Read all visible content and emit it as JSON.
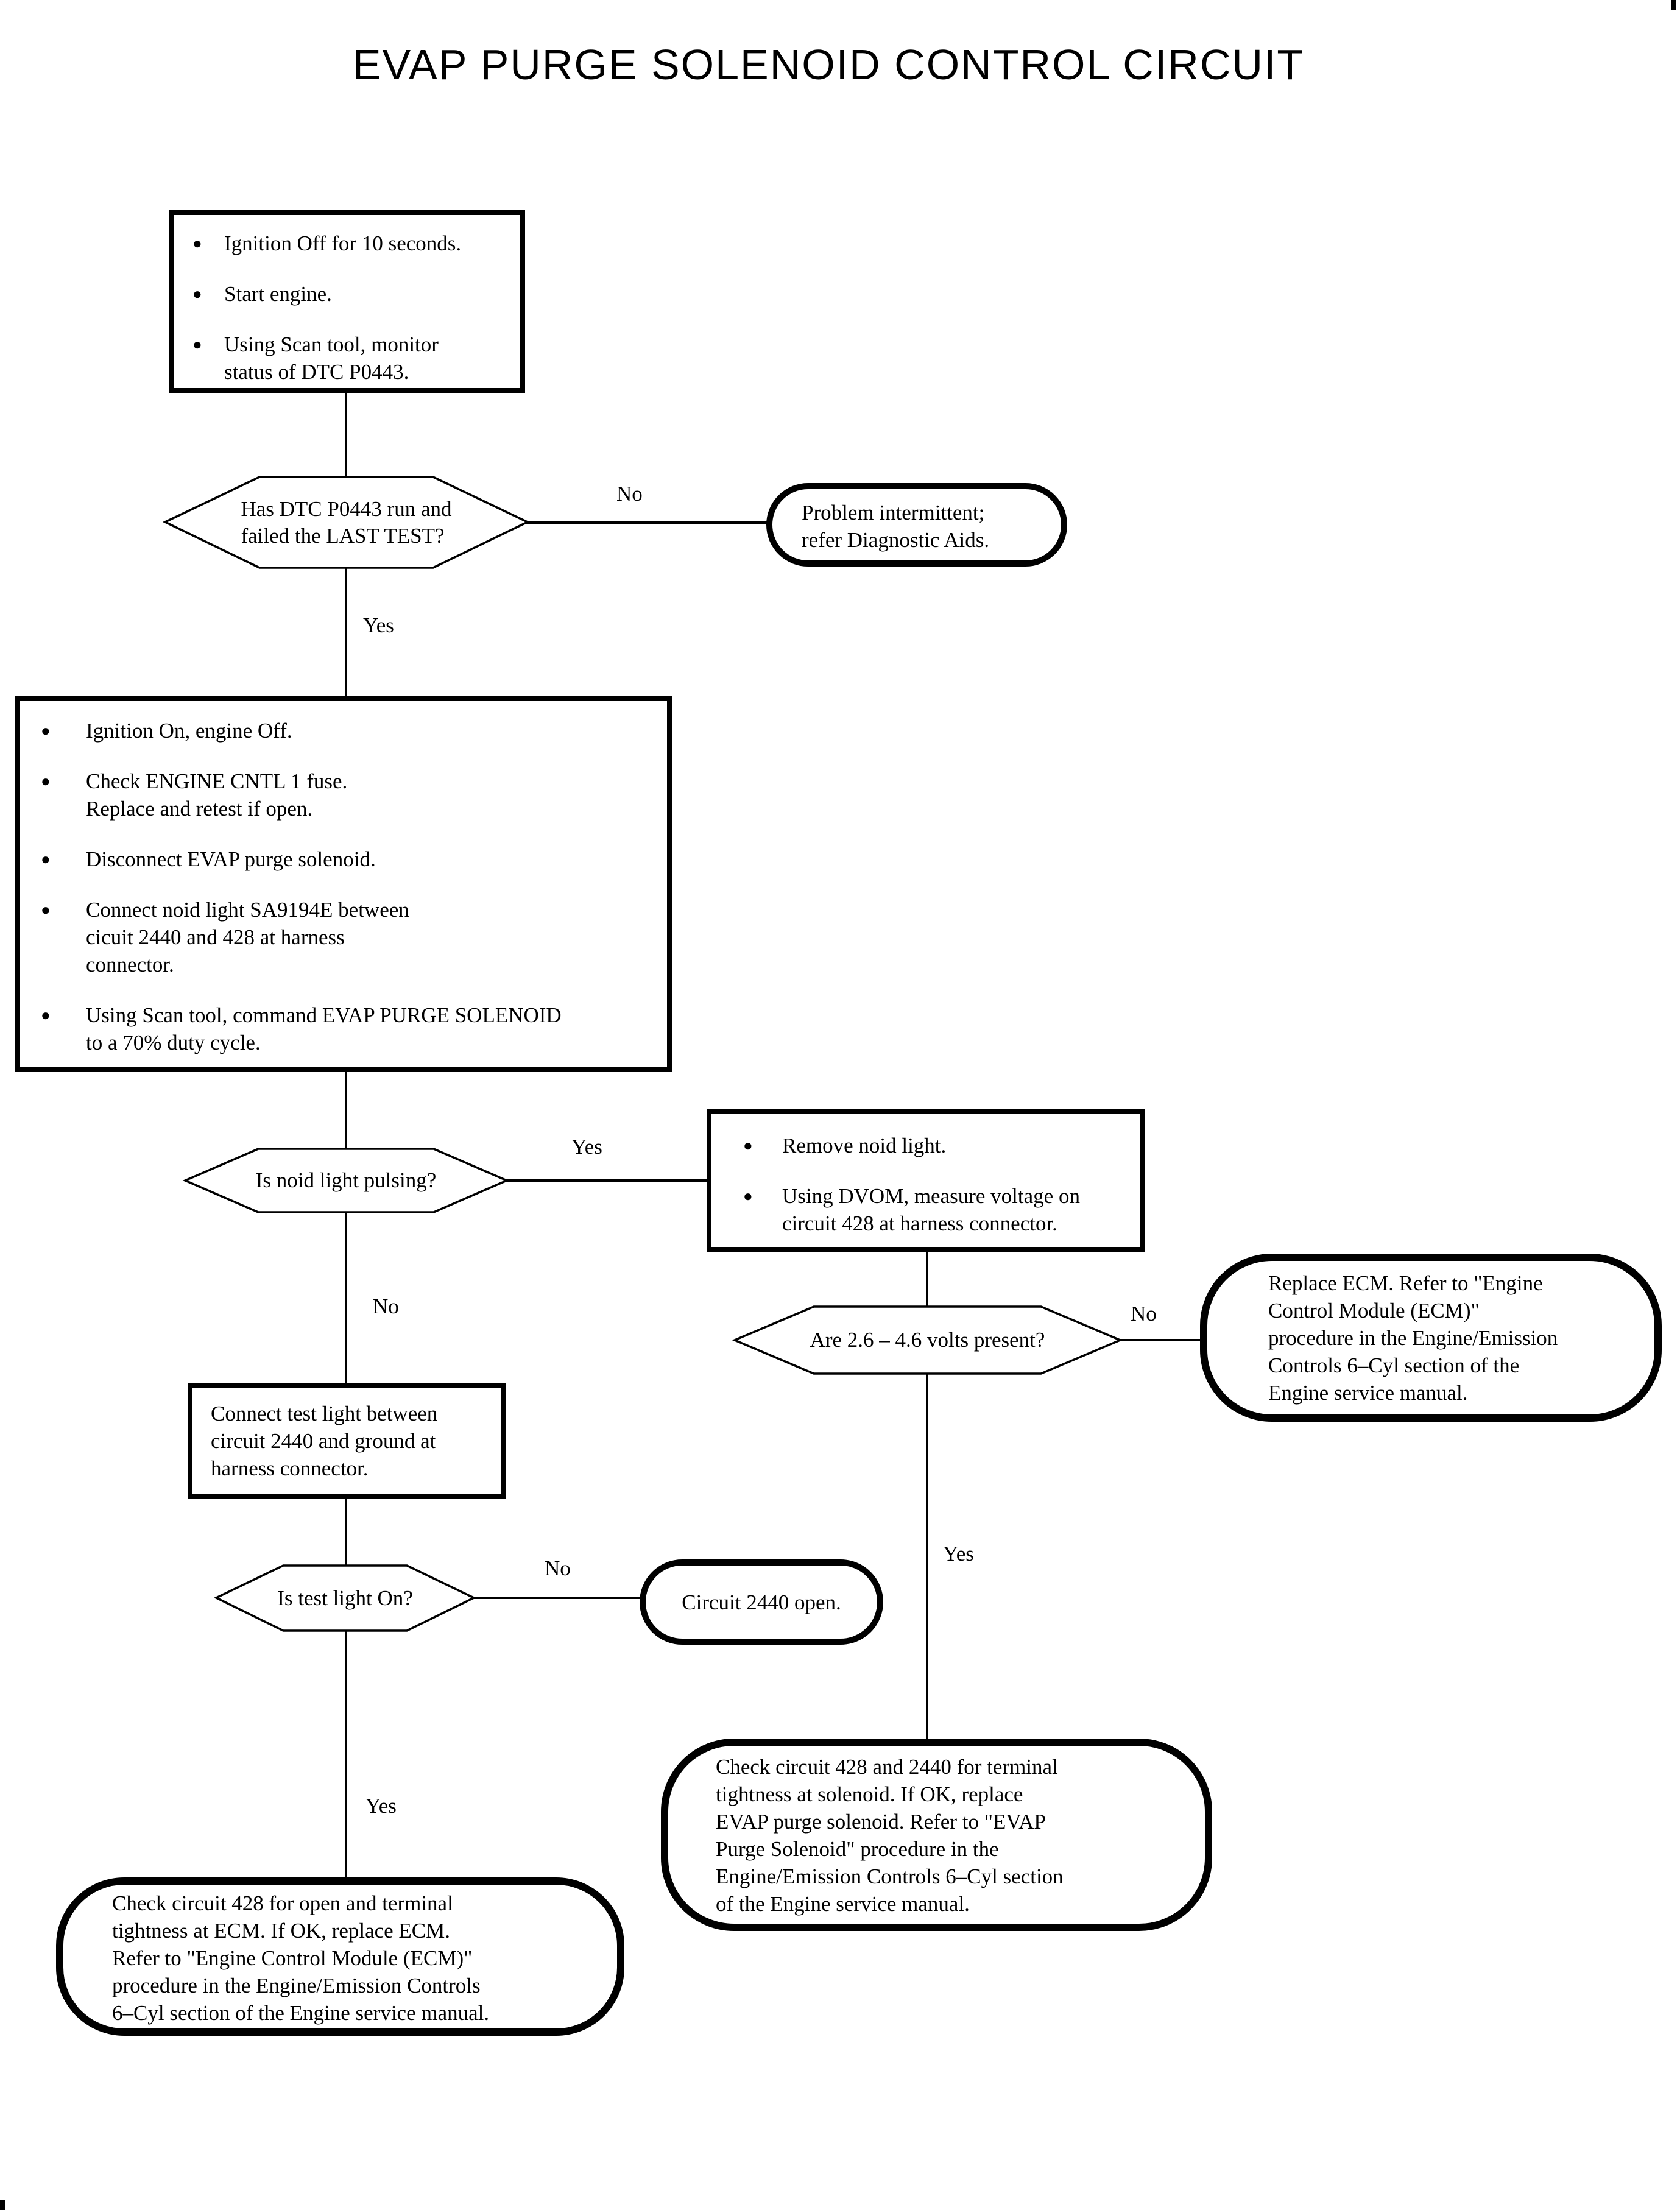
{
  "title": "EVAP PURGE SOLENOID CONTROL CIRCUIT",
  "labels": {
    "yes": "Yes",
    "no": "No"
  },
  "colors": {
    "ink": "#000000",
    "paper": "#ffffff"
  },
  "nodes": {
    "step1": {
      "items": [
        "Ignition Off for 10 seconds.",
        "Start engine.",
        "Using Scan tool, monitor\nstatus of DTC P0443."
      ]
    },
    "q_dtc": {
      "text": "Has DTC P0443 run and\nfailed the LAST TEST?"
    },
    "intermittent": {
      "text": "Problem intermittent;\nrefer Diagnostic Aids."
    },
    "step2": {
      "items": [
        "Ignition On, engine Off.",
        "Check ENGINE CNTL 1 fuse.\nReplace and retest if open.",
        "Disconnect EVAP purge solenoid.",
        "Connect noid light SA9194E between\ncicuit 2440 and 428 at harness\nconnector.",
        "Using Scan tool, command EVAP PURGE SOLENOID\nto a 70% duty cycle."
      ]
    },
    "q_noid": {
      "text": "Is noid light pulsing?"
    },
    "step3": {
      "items": [
        "Remove noid light.",
        "Using DVOM, measure voltage on\ncircuit 428 at harness connector."
      ]
    },
    "q_volts": {
      "text": "Are 2.6 – 4.6 volts present?"
    },
    "replace_ecm": {
      "text": "Replace ECM. Refer to \"Engine\nControl Module (ECM)\"\nprocedure in the Engine/Emission\nControls 6–Cyl section of the\nEngine service manual."
    },
    "step4": {
      "text": "Connect test light between\ncircuit 2440 and ground at\nharness connector."
    },
    "q_testlight": {
      "text": "Is test light On?"
    },
    "circuit_open": {
      "text": "Circuit 2440 open."
    },
    "check_solenoid": {
      "text": "Check circuit 428 and 2440 for terminal\ntightness at solenoid. If OK, replace\nEVAP purge solenoid. Refer to \"EVAP\nPurge Solenoid\" procedure in the\nEngine/Emission Controls 6–Cyl section\nof the Engine service manual."
    },
    "check_ecm": {
      "text": "Check circuit 428 for open and terminal\ntightness at ECM. If OK, replace ECM.\nRefer to \"Engine Control Module (ECM)\"\nprocedure in the Engine/Emission Controls\n6–Cyl section of the Engine service manual."
    }
  }
}
